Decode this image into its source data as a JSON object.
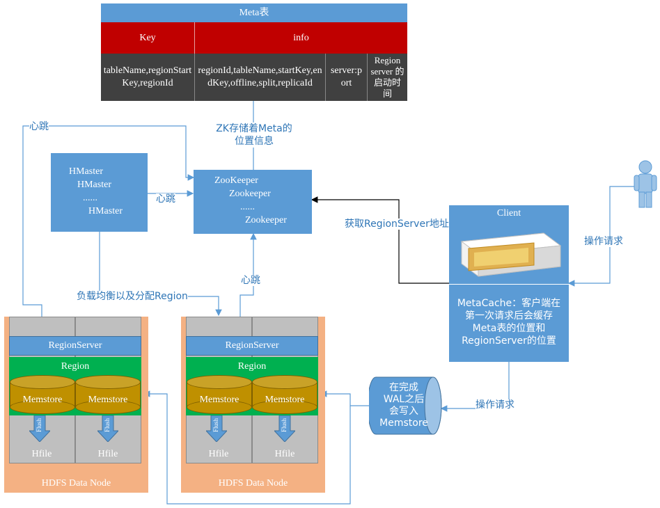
{
  "meta_table": {
    "title": "Meta表",
    "header_key": "Key",
    "header_info": "info",
    "key_value": "tableName,regionStartKey,regionId",
    "info_value": "regionId,tableName,startKey,endKey,offline,split,replicaId",
    "server_value": "server:port",
    "start_time_value": "Region server 的启动时间"
  },
  "hmaster": {
    "lines": [
      "HMaster",
      "HMaster",
      "......",
      "HMaster"
    ]
  },
  "zookeeper": {
    "lines": [
      "ZooKeeper",
      "Zookeeper",
      "......",
      "Zookeeper"
    ]
  },
  "client": {
    "title": "Client",
    "metacache": "MetaCache：客户端在第一次请求后会缓存Meta表的位置和RegionServer的位置"
  },
  "wal": {
    "text": "在完成WAL之后会写入Memstore"
  },
  "labels": {
    "heartbeat_top": "心跳",
    "heartbeat_mid": "心跳",
    "heartbeat_rs": "心跳",
    "zk_meta": "ZK存储着Meta的位置信息",
    "get_rs_addr": "获取RegionServer地址",
    "op_request_user": "操作请求",
    "op_request_client": "操作请求",
    "load_balance": "负载均衡以及分配Region"
  },
  "nodes": [
    {
      "regionserver": "RegionServer",
      "region": "Region",
      "memstore": [
        "Memstore",
        "Memstore"
      ],
      "hfile": [
        "Hfile",
        "Hfile"
      ],
      "flush": [
        "Flush",
        "Flush"
      ],
      "footer": "HDFS Data Node"
    },
    {
      "regionserver": "RegionServer",
      "region": "Region",
      "memstore": [
        "Memstore",
        "Memstore"
      ],
      "hfile": [
        "Hfile",
        "Hfile"
      ],
      "flush": [
        "Flush",
        "Flush"
      ],
      "footer": "HDFS Data Node"
    }
  ],
  "colors": {
    "blue": "#5b9bd5",
    "red": "#c00000",
    "dark": "#404040",
    "green": "#00b050",
    "gold": "#bf9000",
    "orange": "#f4b183",
    "gray": "#bfbfbf",
    "line": "#5b9bd5"
  }
}
